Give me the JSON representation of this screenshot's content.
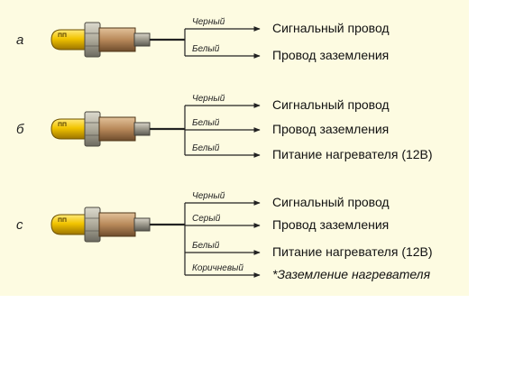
{
  "colors": {
    "background": "#fdfbe1",
    "bulb": "#f2c400",
    "sensor_body": "#b8895a",
    "nut": "#aeaa9a",
    "wire": "#222222"
  },
  "variants": [
    {
      "label": "а",
      "wires": [
        {
          "color_name": "Черный",
          "function": "Сигнальный провод"
        },
        {
          "color_name": "Белый",
          "function": "Провод заземления"
        }
      ]
    },
    {
      "label": "б",
      "wires": [
        {
          "color_name": "Черный",
          "function": "Сигнальный провод"
        },
        {
          "color_name": "Белый",
          "function": "Провод заземления"
        },
        {
          "color_name": "Белый",
          "function": "Питание нагревателя (12В)"
        }
      ]
    },
    {
      "label": "с",
      "wires": [
        {
          "color_name": "Черный",
          "function": "Сигнальный провод"
        },
        {
          "color_name": "Серый",
          "function": "Провод заземления"
        },
        {
          "color_name": "Белый",
          "function": "Питание нагревателя (12В)"
        },
        {
          "color_name": "Коричневый",
          "function": "*Заземление нагревателя"
        }
      ]
    }
  ]
}
